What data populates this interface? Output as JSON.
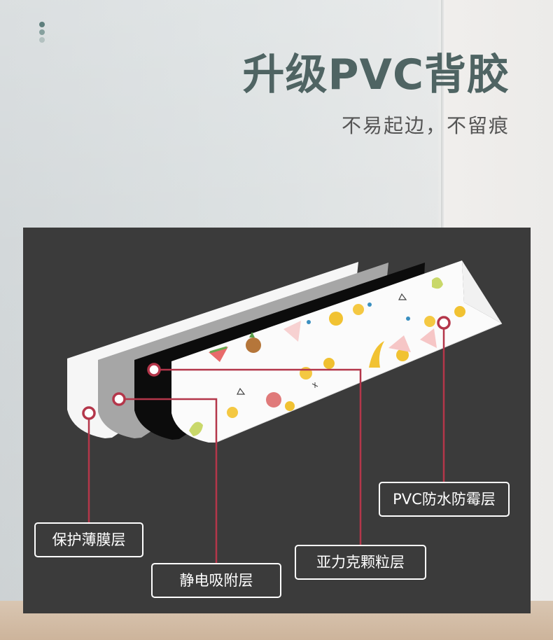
{
  "header": {
    "title": "升级PVC背胶",
    "subtitle": "不易起边，不留痕"
  },
  "layers": {
    "protect": "保护薄膜层",
    "static": "静电吸附层",
    "acrylic": "亚力克颗粒层",
    "pvc": "PVC防水防霉层"
  },
  "colors": {
    "title": "#4f6463",
    "panel": "#3b3b3b",
    "callout_line": "#b4364a",
    "layer_white": "#f6f6f6",
    "layer_gray": "#a6a6a6",
    "layer_black": "#0c0c0c"
  }
}
